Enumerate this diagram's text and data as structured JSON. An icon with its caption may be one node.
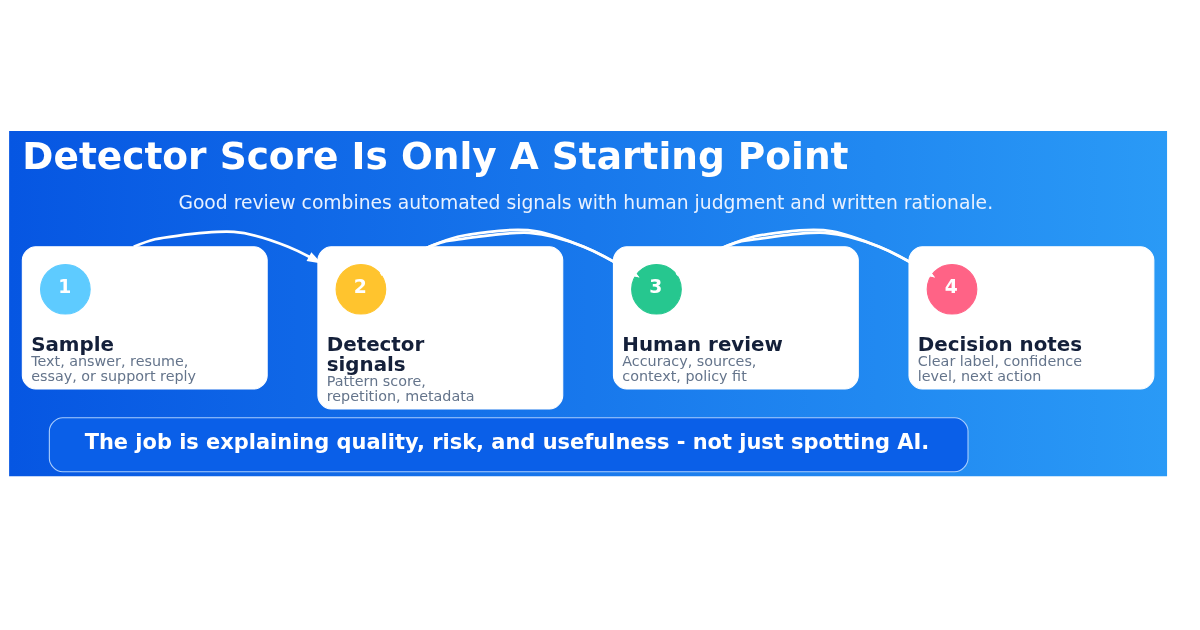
{
  "diagram": {
    "title": "Detector Score Is Only A Starting Point",
    "nodes": [
      {
        "text": [
          "Sample",
          "Text, answer, resume, essay, or support reply"
        ]
      },
      {
        "text": [
          "1"
        ],
        "in": 0
      },
      {
        "text": [
          "Detector signals",
          "Pattern score, repetition, metadata"
        ]
      },
      {
        "text": [
          "2"
        ],
        "in": 2
      },
      {
        "text": [
          "Human review",
          "Accuracy, sources, context, policy fit"
        ]
      },
      {
        "text": [
          "3"
        ],
        "in": 4
      },
      {
        "text": [
          "Decision notes",
          "Clear label, confidence level, next action"
        ]
      },
      {
        "text": [
          "4"
        ],
        "in": 6
      },
      {
        "text": [
          "The job is explaining quality, risk, and usefulness - not just spotting AI."
        ]
      }
    ],
    "edges": [
      {
        "from": 0,
        "to": 2,
        "arrow": "to"
      },
      {
        "from": 2,
        "to": 4,
        "arrow": "to"
      },
      {
        "from": 4,
        "to": 6,
        "arrow": "to"
      }
    ],
    "labels": [
      "Good review combines automated signals with human judgment and written rationale."
    ]
  }
}
